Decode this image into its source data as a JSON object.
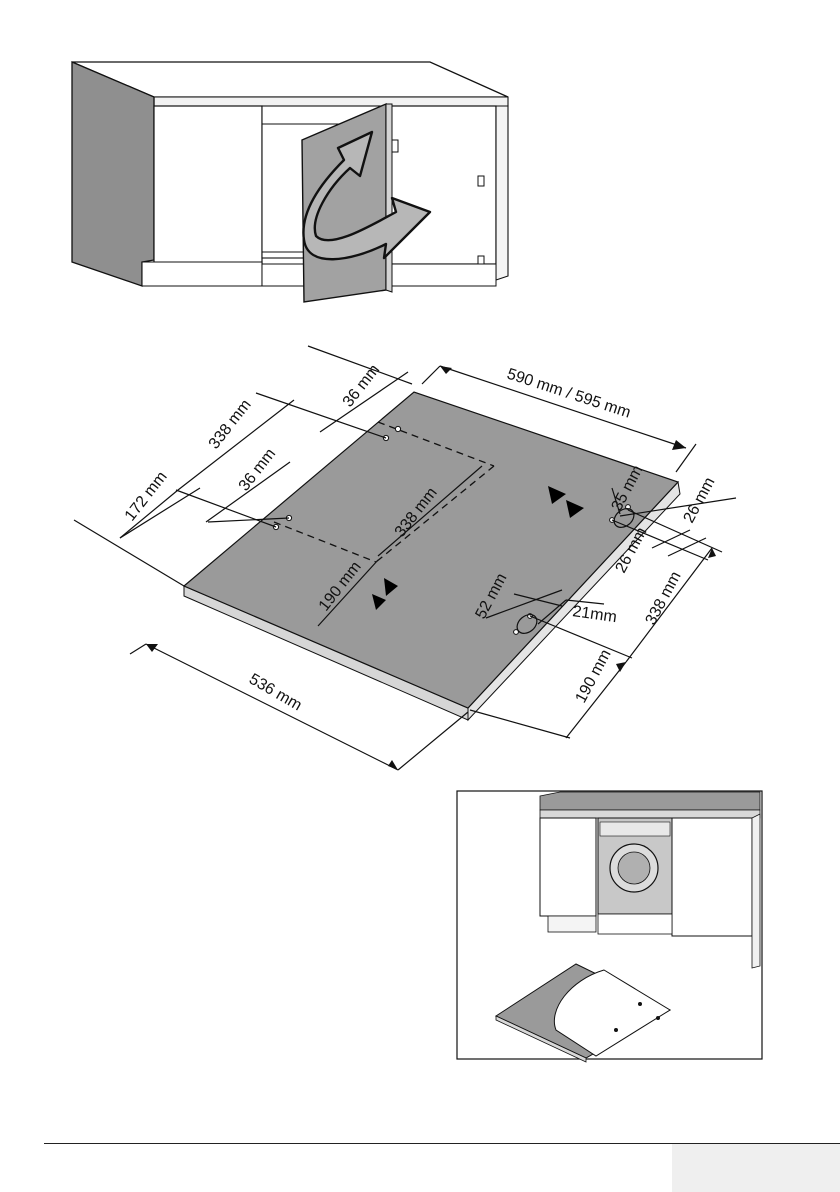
{
  "dimensions": {
    "width_top": "590 mm / 595 mm",
    "hole_offset_top": "36 mm",
    "hole_offset_left": "36 mm",
    "depth_338_left": "338 mm",
    "left_172": "172 mm",
    "inner_338": "338 mm",
    "inner_190": "190 mm",
    "bottom_536": "536 mm",
    "hole_35": "35 mm",
    "right_26_a": "26 mm",
    "right_26_b": "26 mm",
    "right_338": "338 mm",
    "right_190": "190 mm",
    "hole_52": "52 mm",
    "hole_21": "21mm"
  },
  "colors": {
    "board_top": "#9a9a9a",
    "board_edge": "#d6d6d6",
    "cabinet_side": "#8f8f8f",
    "door": "#a2a2a2"
  }
}
